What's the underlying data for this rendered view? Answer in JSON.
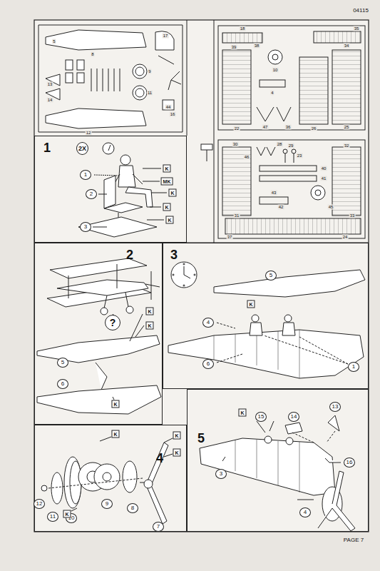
{
  "diagram": {
    "nodes": [
      {
        "text": [
          "1",
          "2X"
        ]
      },
      {
        "text": [
          "2"
        ]
      },
      {
        "text": [
          "3"
        ]
      },
      {
        "text": [
          "4"
        ]
      },
      {
        "text": [
          "5"
        ]
      }
    ],
    "labels": [
      "04115",
      "PAGE 7",
      "1",
      "2",
      "3",
      "K",
      "MK",
      "K",
      "K",
      "K",
      "?",
      "5",
      "6",
      "K",
      "K",
      "K",
      "5",
      "4",
      "6",
      "1",
      "K",
      "12",
      "11",
      "10",
      "9",
      "8",
      "7",
      "K",
      "K",
      "K",
      "K",
      "15",
      "14",
      "13",
      "16",
      "3",
      "4",
      "K",
      "17",
      "44",
      "9",
      "11",
      "8",
      "12",
      "13",
      "14",
      "5",
      "16",
      "18",
      "38",
      "34",
      "35",
      "10",
      "4",
      "47",
      "36",
      "22",
      "39",
      "26",
      "25",
      "30",
      "31",
      "40",
      "41",
      "37",
      "43",
      "42",
      "45",
      "33",
      "23",
      "24",
      "32",
      "29",
      "28",
      "46"
    ]
  }
}
